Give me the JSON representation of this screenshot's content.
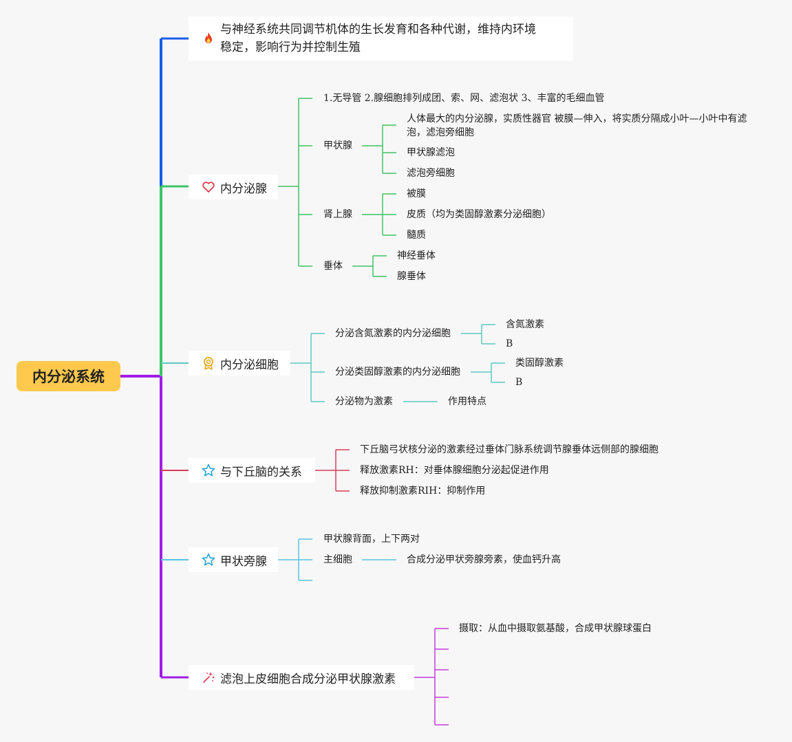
{
  "root": {
    "title": "内分泌系统",
    "color": "#ffc94d"
  },
  "branch_colors": {
    "overview": "#1a5be8",
    "glands": "#3cc464",
    "cells": "#5bc8c0",
    "hypothalamus": "#d83a5a",
    "parathyroid": "#56c4e4",
    "follicular": "#c43adc",
    "trunk_lower": "#a01ce8"
  },
  "overview": {
    "icon": "flame-icon",
    "text_line1": "与神经系统共同调节机体的生长发育和各种代谢，维持内环境",
    "text_line2": "稳定，影响行为并控制生殖"
  },
  "glands": {
    "icon": "heart-icon",
    "title": "内分泌腺",
    "features": "1.无导管 2.腺细胞排列成团、索、网、滤泡状 3、丰富的毛细血管",
    "thyroid": {
      "label": "甲状腺",
      "items": [
        "人体最大的内分泌腺，实质性器官 被膜—伸入，将实质分隔成小叶—小叶中有滤泡，滤泡旁细胞",
        "甲状腺滤泡",
        "滤泡旁细胞"
      ]
    },
    "adrenal": {
      "label": "肾上腺",
      "items": [
        "被膜",
        "皮质（均为类固醇激素分泌细胞）",
        "髓质"
      ]
    },
    "pituitary": {
      "label": "垂体",
      "items": [
        "神经垂体",
        "腺垂体"
      ]
    }
  },
  "cells": {
    "icon": "badge-icon",
    "title": "内分泌细胞",
    "nitrogen": {
      "label": "分泌含氮激素的内分泌细胞",
      "items": [
        "含氮激素",
        "B"
      ]
    },
    "steroid": {
      "label": "分泌类固醇激素的内分泌细胞",
      "items": [
        "类固醇激素",
        "B"
      ]
    },
    "hormone": {
      "label": "分泌物为激素",
      "item": "作用特点"
    }
  },
  "hypothalamus": {
    "icon": "star-icon",
    "title": "与下丘脑的关系",
    "items": [
      "下丘脑弓状核分泌的激素经过垂体门脉系统调节腺垂体远侧部的腺细胞",
      "释放激素RH：对垂体腺细胞分泌起促进作用",
      "释放抑制激素RIH：抑制作用"
    ]
  },
  "parathyroid": {
    "icon": "star-icon",
    "title": "甲状旁腺",
    "location": "甲状腺背面，上下两对",
    "chief_label": "主细胞",
    "chief_item": "合成分泌甲状旁腺旁素，使血钙升高"
  },
  "follicular": {
    "icon": "sparkle-icon",
    "title": "滤泡上皮细胞合成分泌甲状腺激素",
    "items": [
      "摄取：从血中摄取氨基酸，合成甲状腺球蛋白"
    ]
  }
}
